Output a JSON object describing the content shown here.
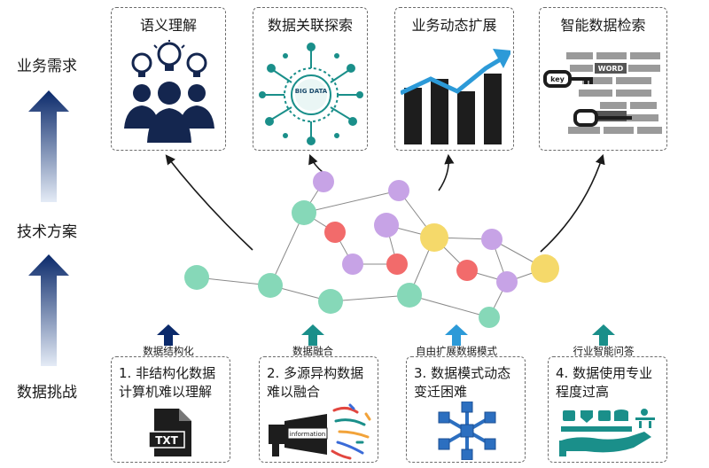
{
  "rows": {
    "top": "业务需求",
    "middle": "技术方案",
    "bottom": "数据挑战"
  },
  "needs": [
    {
      "title": "语义理解",
      "icon": "people-lightbulb-icon"
    },
    {
      "title": "数据关联探索",
      "icon": "big-data-network-icon"
    },
    {
      "title": "业务动态扩展",
      "icon": "growth-bar-chart-icon"
    },
    {
      "title": "智能数据检索",
      "icon": "key-word-search-icon"
    }
  ],
  "word_cloud": {
    "word": "WORD",
    "key": "key"
  },
  "big_data_label": "BIG DATA",
  "challenges": [
    {
      "text": "1. 非结构化数据计算机难以理解",
      "caption": "数据结构化",
      "icon": "txt-file-icon",
      "icon_text": "TXT"
    },
    {
      "text": "2. 多源异构数据难以融合",
      "caption": "数据融合",
      "icon": "megaphone-information-icon",
      "icon_text": "information"
    },
    {
      "text": "3. 数据模式动态变迁困难",
      "caption": "自由扩展数据模式",
      "icon": "cube-network-icon"
    },
    {
      "text": "4. 数据使用专业程度过高",
      "caption": "行业智能问答",
      "icon": "server-hand-icon"
    }
  ],
  "colors": {
    "arrow_navy": "#0b2a6b",
    "people_navy": "#14264f",
    "teal": "#1a8f8a",
    "cyan": "#2c9ad8",
    "node_green": "#86d8b8",
    "node_red": "#f26b6b",
    "node_yellow": "#f5d96a",
    "node_purple": "#c7a3e6"
  }
}
